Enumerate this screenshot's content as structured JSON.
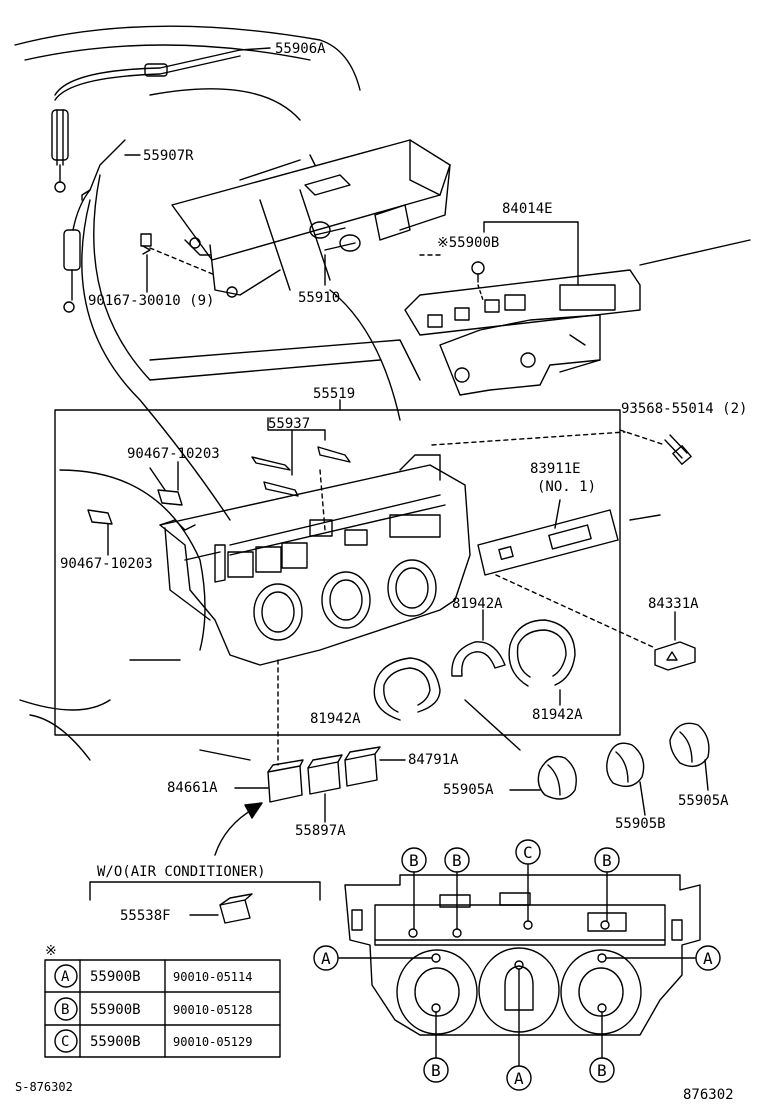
{
  "labels": {
    "p55906A": "55906A",
    "p55907R": "55907R",
    "p55910": "55910",
    "p90167": "90167-30010 (9)",
    "p84014E": "84014E",
    "p55900B": "※55900B",
    "p55519": "55519",
    "p93568": "93568-55014 (2)",
    "p55937": "55937",
    "p90467a": "90467-10203",
    "p90467b": "90467-10203",
    "p83911E": "83911E",
    "p83911E_no": "(NO. 1)",
    "p81942A_1": "81942A",
    "p81942A_2": "81942A",
    "p81942A_3": "81942A",
    "p84331A": "84331A",
    "p84791A": "84791A",
    "p84661A": "84661A",
    "p55897A": "55897A",
    "p55905A_1": "55905A",
    "p55905B": "55905B",
    "p55905A_2": "55905A",
    "p55538F": "55538F"
  },
  "variant_label": "W/O(AIR CONDITIONER)",
  "legend": {
    "mark": "※",
    "rows": [
      {
        "key": "A",
        "part": "55900B",
        "number": "90010-05114"
      },
      {
        "key": "B",
        "part": "55900B",
        "number": "90010-05128"
      },
      {
        "key": "C",
        "part": "55900B",
        "number": "90010-05129"
      }
    ]
  },
  "callouts": {
    "top_b1": "B",
    "top_b2": "B",
    "top_c": "C",
    "top_b3": "B",
    "left_a": "A",
    "right_a": "A",
    "bot_b1": "B",
    "bot_a": "A",
    "bot_b2": "B"
  },
  "footer": {
    "left_code": "S-876302",
    "right_code": "876302"
  }
}
